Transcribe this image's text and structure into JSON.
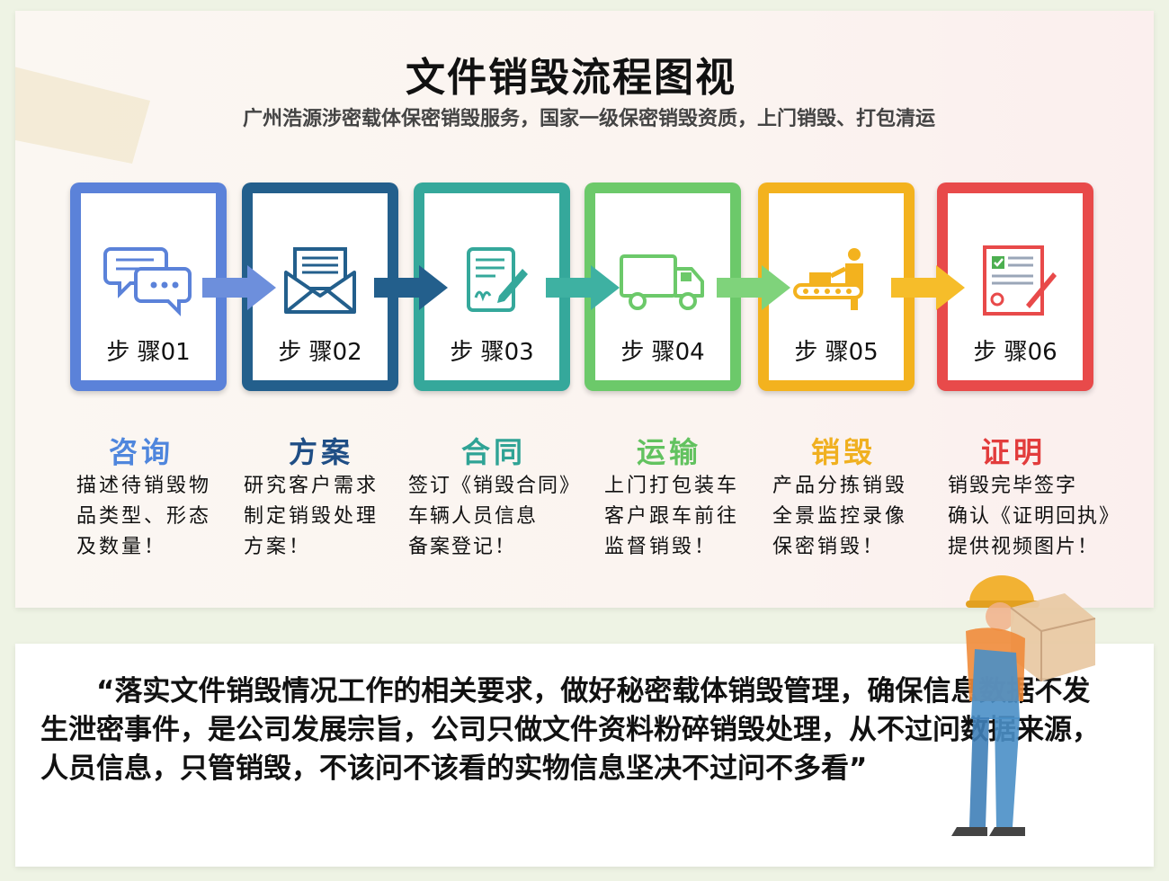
{
  "title": "文件销毁流程图视",
  "subtitle": "广州浩源涉密载体保密销毁服务，国家一级保密销毁资质，上门销毁、打包清运",
  "steps": [
    {
      "label": "步 骤01",
      "color": "#5b82d9",
      "icon": "chat-bubbles-icon"
    },
    {
      "label": "步 骤02",
      "color": "#235f8c",
      "icon": "envelope-letter-icon"
    },
    {
      "label": "步 骤03",
      "color": "#35a89b",
      "icon": "signed-document-icon"
    },
    {
      "label": "步 骤04",
      "color": "#6cc96a",
      "icon": "delivery-truck-icon"
    },
    {
      "label": "步 骤05",
      "color": "#f3b21e",
      "icon": "conveyor-worker-icon"
    },
    {
      "label": "步 骤06",
      "color": "#e84a4a",
      "icon": "certificate-icon"
    }
  ],
  "categories": [
    {
      "title": "咨询",
      "color": "#4f86dd",
      "lines": [
        "描述待销毁物",
        "品类型、形态",
        "及数量！"
      ]
    },
    {
      "title": "方案",
      "color": "#1f4e85",
      "lines": [
        "研究客户需求",
        "制定销毁处理",
        "方案！"
      ]
    },
    {
      "title": "合同",
      "color": "#2fa395",
      "lines": [
        "签订《销毁合同》",
        "车辆人员信息",
        "备案登记！"
      ]
    },
    {
      "title": "运输",
      "color": "#62c25f",
      "lines": [
        "上门打包装车",
        "客户跟车前往",
        "监督销毁！"
      ]
    },
    {
      "title": "销毁",
      "color": "#f0b020",
      "lines": [
        "产品分拣销毁",
        "全景监控录像",
        "保密销毁！"
      ]
    },
    {
      "title": "证明",
      "color": "#e23c3c",
      "lines": [
        "销毁完毕签字",
        "确认《证明回执》",
        "提供视频图片！"
      ]
    }
  ],
  "quote": "“落实文件销毁情况工作的相关要求，做好秘密载体销毁管理，确保信息数据不发生泄密事件，是公司发展宗旨，公司只做文件资料粉碎销毁处理，从不过问数据来源，人员信息，只管销毁，不该问不该看的实物信息坚决不过问不多看”"
}
